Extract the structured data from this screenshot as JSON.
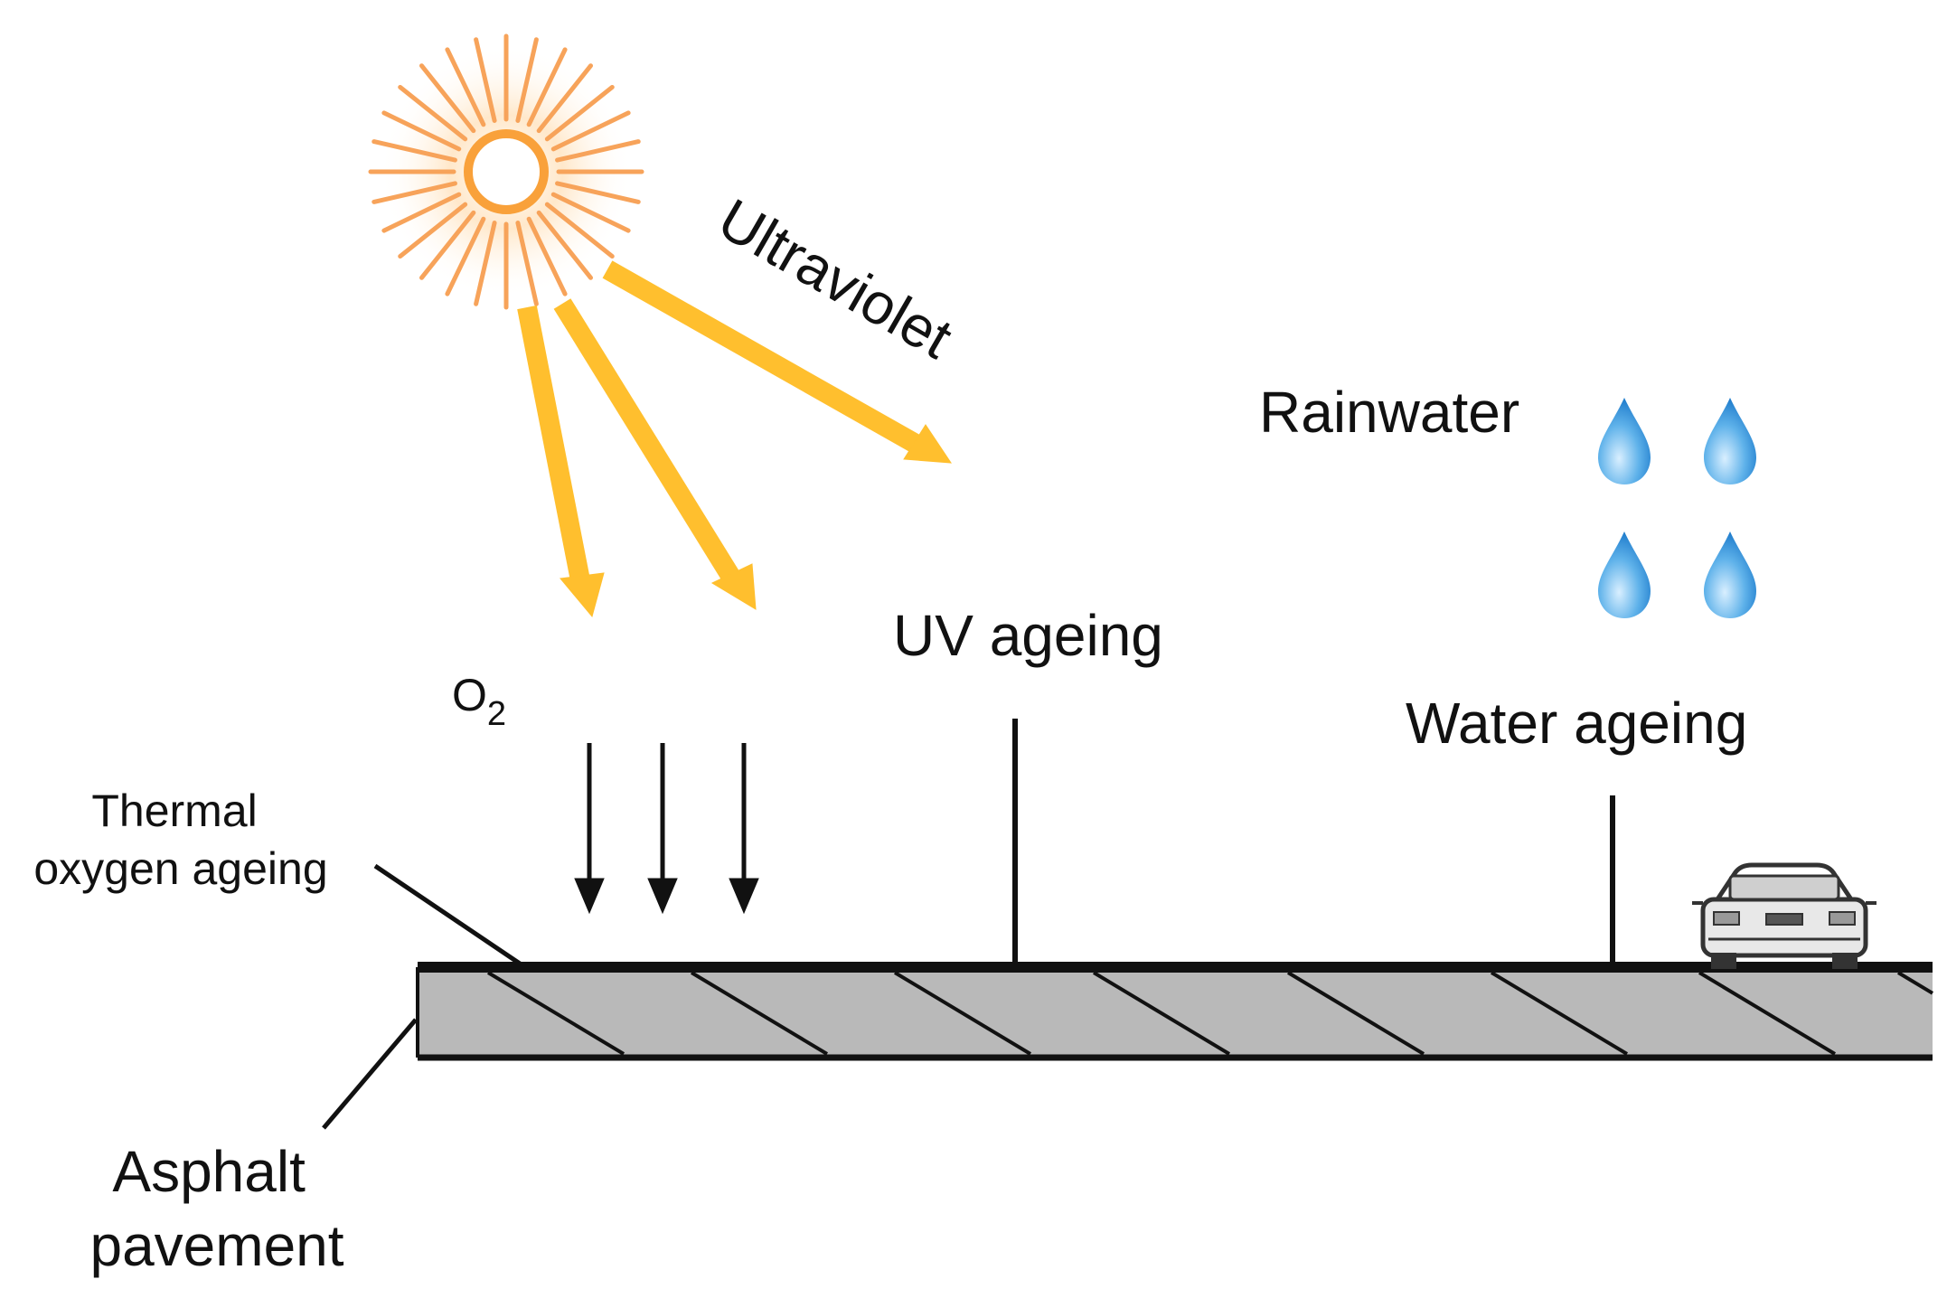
{
  "labels": {
    "ultraviolet": "Ultraviolet",
    "rainwater": "Rainwater",
    "uv_ageing": "UV ageing",
    "water_ageing": "Water ageing",
    "o2_base": "O",
    "o2_sub": "2",
    "thermal_line1": "Thermal",
    "thermal_line2": "oxygen ageing",
    "asphalt_line1": "Asphalt",
    "asphalt_line2": "pavement"
  },
  "icons": {
    "sun": "sun-icon",
    "raindrop": "raindrop-icon",
    "car": "car-icon"
  },
  "colors": {
    "sun_rays": "#f7a35a",
    "sun_core": "#ffffff",
    "uv_arrows": "#ffbf2e",
    "raindrop": "#2e8fd6",
    "pavement_fill": "#b9b9b9",
    "line": "#111111"
  }
}
